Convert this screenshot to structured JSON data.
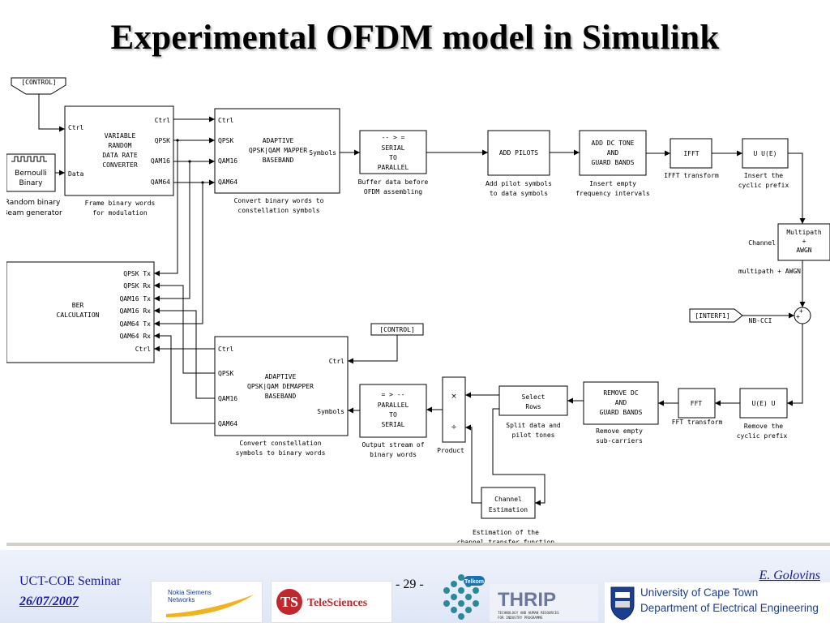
{
  "slide": {
    "title": "Experimental OFDM model in Simulink",
    "seminar": "UCT-COE Seminar",
    "date": "26/07/2007",
    "page_number": "- 29 -",
    "author": "E. Golovins"
  },
  "logos": {
    "nokia_siemens": "Nokia Siemens\nNetworks",
    "telesciences": "TeleSciences",
    "telkom": "Telkom",
    "thrip": "THRIP",
    "thrip_sub": "TECHNOLOGY AND HUMAN RESOURCES FOR INDUSTRY PROGRAMME",
    "uct_line1": "University of Cape Town",
    "uct_line2": "Department of Electrical Engineering"
  },
  "diagram": {
    "goto_control": "[CONTROL]",
    "from_control": "[CONTROL]",
    "interf": "[INTERF1]",
    "bernoulli": [
      "Bernoulli",
      "Binary"
    ],
    "bernoulli_caption": [
      "Random binary",
      "Beam generator"
    ],
    "rate_converter": [
      "VARIABLE",
      "RANDOM",
      "DATA RATE",
      "CONVERTER"
    ],
    "rate_converter_caption": [
      "Frame binary words",
      "for modulation"
    ],
    "mapper": [
      "ADAPTIVE",
      "QPSK|QAM MAPPER",
      "BASEBAND"
    ],
    "mapper_caption": [
      "Convert binary words to",
      "constellation symbols"
    ],
    "s2p": [
      "-- > =",
      "SERIAL",
      "TO",
      "PARALLEL"
    ],
    "s2p_caption": [
      "Buffer data before",
      "OFDM assembling"
    ],
    "add_pilots": "ADD PILOTS",
    "add_pilots_caption": [
      "Add pilot symbols",
      "to data symbols"
    ],
    "add_dc": [
      "ADD DC TONE",
      "AND",
      "GUARD BANDS"
    ],
    "add_dc_caption": [
      "Insert empty",
      "frequency intervals"
    ],
    "ifft": "IFFT",
    "ifft_caption": "IFFT transform",
    "insert_cp": "U   U(E)",
    "insert_cp_caption": [
      "Insert the",
      "cyclic prefix"
    ],
    "channel": [
      "Multipath",
      "+",
      "AWGN"
    ],
    "channel_in": "Channel",
    "channel_out": "multipath + AWGN",
    "nbcci": "NB-CCI",
    "remove_cp": "U(E)   U",
    "remove_cp_caption": [
      "Remove the",
      "cyclic prefix"
    ],
    "fft": "FFT",
    "fft_caption": "FFT transform",
    "remove_dc": [
      "REMOVE DC",
      "AND",
      "GUARD BANDS"
    ],
    "remove_dc_caption": [
      "Remove empty",
      "sub-carriers"
    ],
    "select_rows": [
      "Select",
      "Rows"
    ],
    "select_rows_caption": [
      "Split data and",
      "pilot tones"
    ],
    "product_caption": "Product",
    "chest": [
      "Channel",
      "Estimation"
    ],
    "chest_caption": [
      "Estimation of the",
      "channel transfer function"
    ],
    "p2s": [
      "= > --",
      "PARALLEL",
      "TO",
      "SERIAL"
    ],
    "p2s_caption": [
      "Output stream of",
      "binary words"
    ],
    "demapper": [
      "ADAPTIVE",
      "QPSK|QAM DEMAPPER",
      "BASEBAND"
    ],
    "demapper_caption": [
      "Convert constellation",
      "symbols to binary words"
    ],
    "ber": [
      "BER",
      "CALCULATION"
    ],
    "ports": {
      "ctrl": "Ctrl",
      "data": "Data",
      "qpsk": "QPSK",
      "qam16": "QAM16",
      "qam64": "QAM64",
      "symbols": "Symbols",
      "qpsk_tx": "QPSK Tx",
      "qpsk_rx": "QPSK Rx",
      "qam16_tx": "QAM16 Tx",
      "qam16_rx": "QAM16 Rx",
      "qam64_tx": "QAM64 Tx",
      "qam64_rx": "QAM64 Rx"
    }
  }
}
